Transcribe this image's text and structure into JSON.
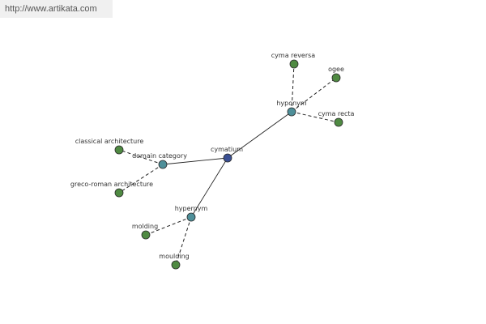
{
  "watermark": "http://www.artikata.com",
  "colors": {
    "edge": "#222222",
    "center_node": "#3a4f93",
    "relation_node": "#4e8f99",
    "leaf_node": "#4f8a42",
    "node_stroke": "#2a2a2a"
  },
  "graph": {
    "center": {
      "id": "cymatium",
      "label": "cymatium"
    },
    "relations": [
      {
        "id": "hyponym",
        "label": "hyponym",
        "terms": [
          "cyma reversa",
          "ogee",
          "cyma recta"
        ]
      },
      {
        "id": "domain-category",
        "label": "domain category",
        "terms": [
          "classical architecture",
          "greco-roman architecture"
        ]
      },
      {
        "id": "hypernym",
        "label": "hypernym",
        "terms": [
          "molding",
          "moulding"
        ]
      }
    ]
  }
}
